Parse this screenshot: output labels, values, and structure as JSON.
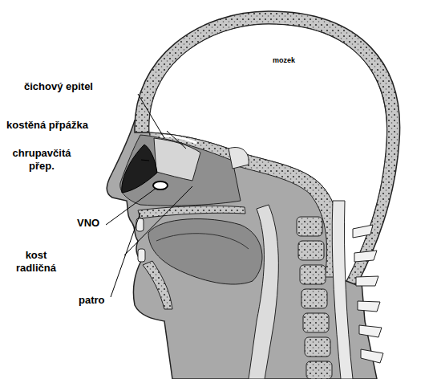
{
  "diagram": {
    "labels": [
      "čichový epitel",
      "kostěná přpážka",
      "chrupavčitá přep.",
      "VNO",
      "kost radličná",
      "patro",
      "mozek"
    ]
  }
}
